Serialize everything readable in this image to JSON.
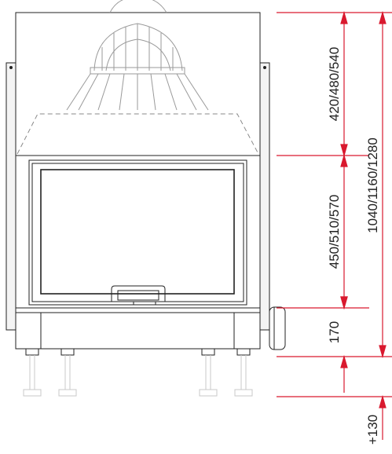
{
  "dimensions": {
    "hood_height": "420/480/540",
    "door_height": "450/510/570",
    "base_height": "170",
    "total_height": "1040/1160/1280",
    "foot_adjust": "+130"
  },
  "colors": {
    "dimension": "#d9192e",
    "outline": "#222222",
    "hidden": "#9a9a9a",
    "foot": "#c8c8c8"
  }
}
